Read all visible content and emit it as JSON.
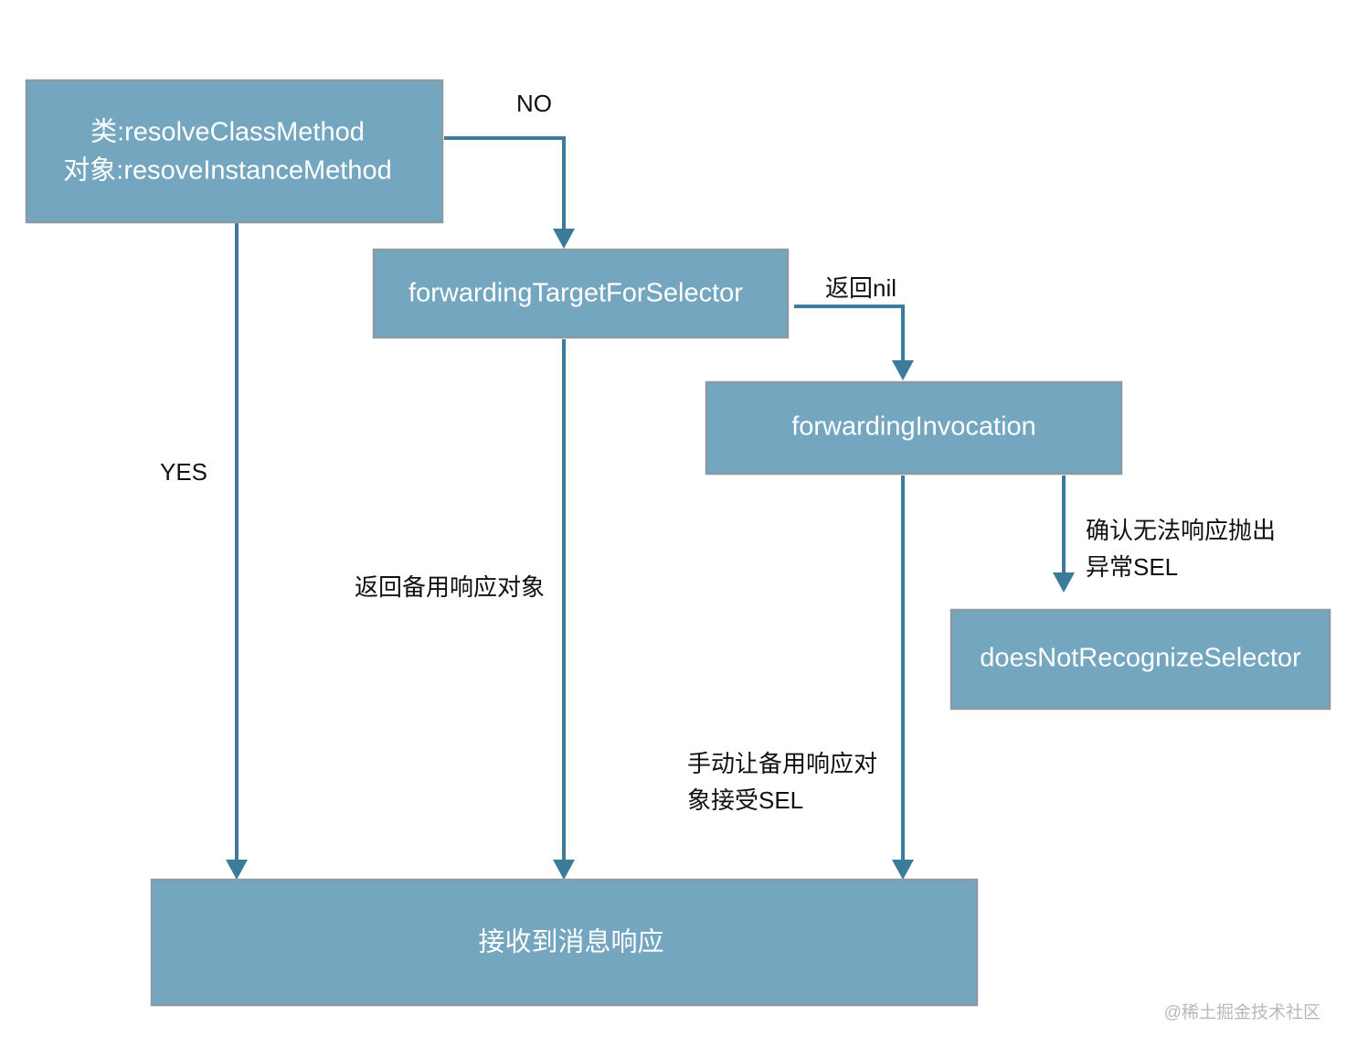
{
  "nodes": {
    "resolve": {
      "line1": "类:resolveClassMethod",
      "line2": "对象:resoveInstanceMethod"
    },
    "forwarding_target": {
      "label": "forwardingTargetForSelector"
    },
    "forwarding_invocation": {
      "label": "forwardingInvocation"
    },
    "does_not_recognize": {
      "label": "doesNotRecognizeSelector"
    },
    "receive": {
      "label": "接收到消息响应"
    }
  },
  "edges": {
    "no": {
      "label": "NO"
    },
    "yes": {
      "label": "YES"
    },
    "return_nil": {
      "label": "返回nil"
    },
    "return_backup": {
      "label": "返回备用响应对象"
    },
    "manual": {
      "line1": "手动让备用响应对",
      "line2": "象接受SEL"
    },
    "cannot_respond": {
      "line1": "确认无法响应抛出",
      "line2": "异常SEL"
    }
  },
  "watermark": "@稀土掘金技术社区",
  "colors": {
    "node_fill": "#74a6bf",
    "node_border": "#8a9aa3",
    "edge": "#3d7b9b",
    "node_text": "#ffffff",
    "label_text": "#111111",
    "watermark": "#b8b8b8"
  }
}
